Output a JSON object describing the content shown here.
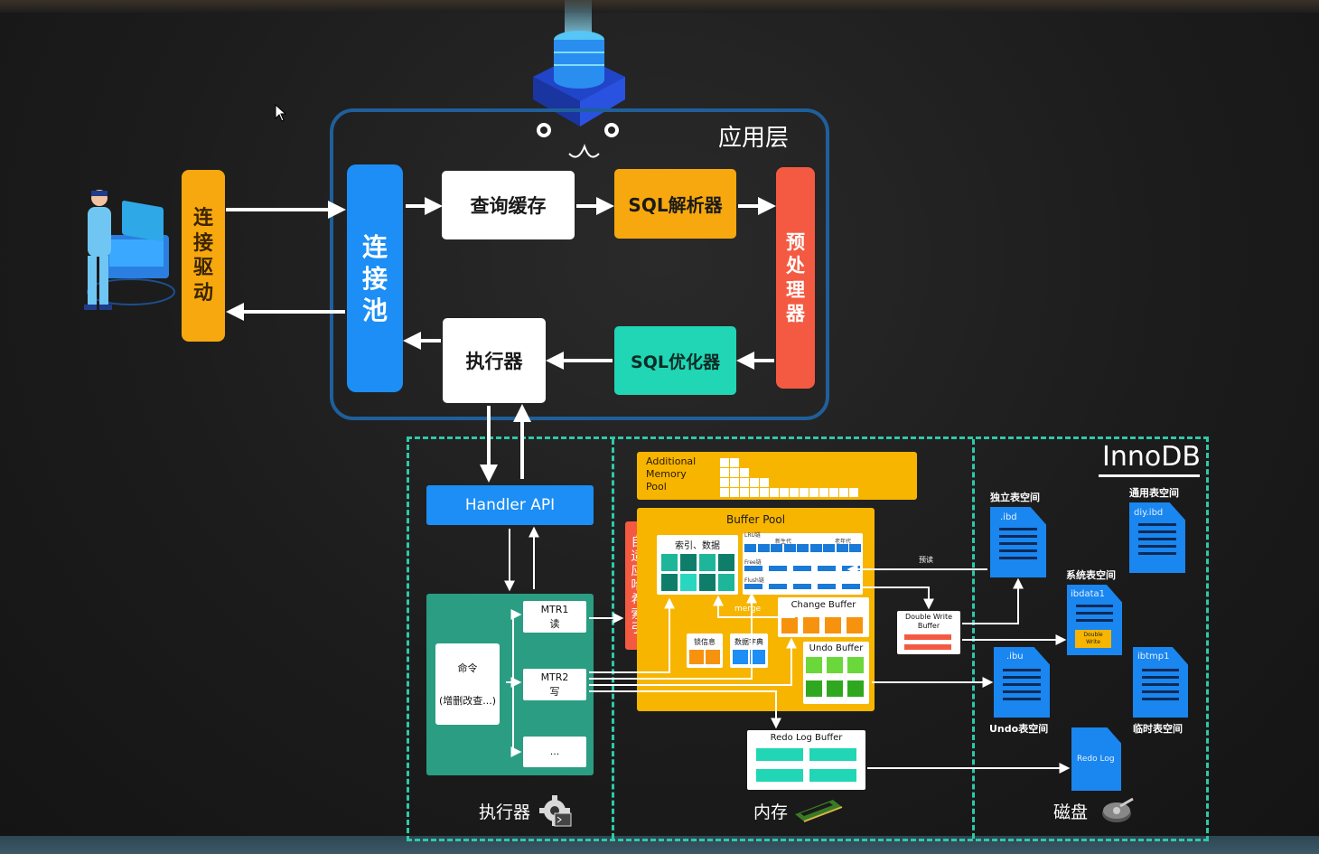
{
  "app_layer": {
    "title": "应用层",
    "driver": [
      "连",
      "接",
      "驱",
      "动"
    ],
    "pool": [
      "连",
      "接",
      "池"
    ],
    "cache": "查询缓存",
    "parser": "SQL解析器",
    "preprocessor": [
      "预",
      "处",
      "理",
      "器"
    ],
    "optimizer": "SQL优化器",
    "executor": "执行器"
  },
  "innodb": {
    "title": "InnoDB",
    "handler": "Handler API",
    "command": {
      "line1": "命令",
      "line2": "(增删改查...)"
    },
    "mtr1": {
      "line1": "MTR1",
      "line2": "读"
    },
    "mtr2": {
      "line1": "MTR2",
      "line2": "写"
    },
    "mtr3": "...",
    "exec_label": "执行器",
    "mem_label": "内存",
    "disk_label": "磁盘",
    "additional_pool": [
      "Additional",
      "Memory",
      "Pool"
    ],
    "adaptive_hash": [
      "自",
      "适",
      "应",
      "哈",
      "希",
      "索",
      "引"
    ],
    "buffer_pool": "Buffer Pool",
    "index_data": "索引、数据",
    "lru_label": "LRU链",
    "free_label": "Free链",
    "flush_label": "Flush链",
    "new_gen": "新生代",
    "old_gen": "老年代",
    "change_buffer": "Change Buffer",
    "undo_buffer": "Undo Buffer",
    "lock_info": "锁信息",
    "data_dict": "数据字典",
    "merge": "merge",
    "prefetch": "预读",
    "dwb": [
      "Double Write",
      "Buffer"
    ],
    "redo_buffer": "Redo Log Buffer",
    "files": {
      "ibd": {
        "name": ".ibd",
        "label": "独立表空间"
      },
      "diy": {
        "name": "diy.ibd",
        "label": "通用表空间"
      },
      "ibdata": {
        "name": "ibdata1",
        "label": "系统表空间",
        "inner": [
          "Double",
          "Write"
        ]
      },
      "ibu": {
        "name": ".ibu",
        "label": "Undo表空间"
      },
      "ibtmp": {
        "name": "ibtmp1",
        "label": "临时表空间"
      },
      "redo": {
        "name": "Redo Log"
      }
    }
  },
  "colors": {
    "blue": "#1c8ef5",
    "orange": "#f7a80e",
    "red": "#f45a42",
    "teal": "#20d6b4",
    "dash": "#2ec9a8",
    "green": "#2a9d82"
  },
  "icons": [
    "user-at-laptop-icon",
    "database-icon",
    "gear-terminal-icon",
    "ram-chip-icon",
    "hard-disk-icon",
    "mouse-cursor-icon"
  ]
}
